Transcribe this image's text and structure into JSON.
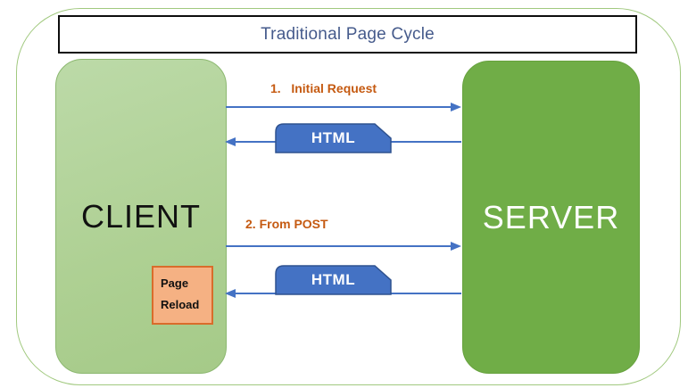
{
  "title": "Traditional Page Cycle",
  "client": {
    "label": "CLIENT"
  },
  "server": {
    "label": "SERVER"
  },
  "page_reload": {
    "line1": "Page",
    "line2": "Reload"
  },
  "steps": {
    "initial_request": "1.   Initial Request",
    "form_post": "2. From POST"
  },
  "responses": {
    "html1": "HTML",
    "html2": "HTML"
  },
  "arrows": [
    {
      "name": "initial-request",
      "direction": "client-to-server"
    },
    {
      "name": "html-response-1",
      "direction": "server-to-client"
    },
    {
      "name": "form-post",
      "direction": "client-to-server"
    },
    {
      "name": "html-response-2",
      "direction": "server-to-client"
    }
  ],
  "colors": {
    "title_text": "#465b8c",
    "outer_border": "#a1c97f",
    "client_fill": "#aed093",
    "client_border": "#8cb870",
    "server_fill": "#70ad47",
    "arrow": "#4472c4",
    "html_box_fill": "#4472c4",
    "html_box_border": "#2f528f",
    "step_text": "#c55a11",
    "page_reload_fill": "#f5b183",
    "page_reload_border": "#d96c2b"
  }
}
